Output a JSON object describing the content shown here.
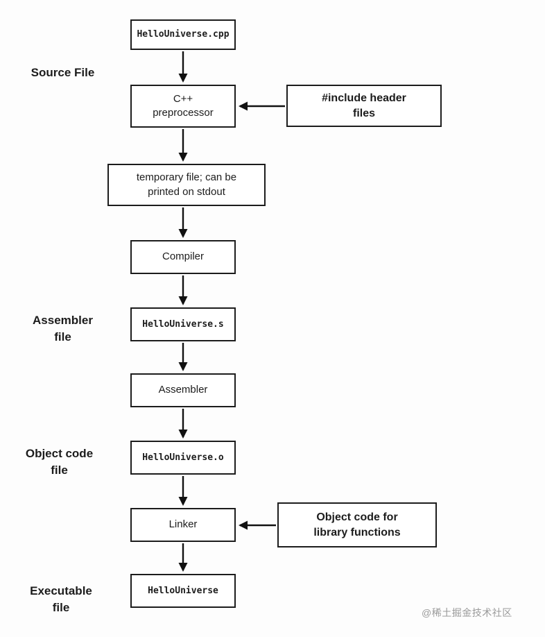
{
  "nodes": {
    "source_file": "HelloUniverse.cpp",
    "preprocessor": "C++\npreprocessor",
    "temp_file": "temporary file; can be\nprinted on stdout",
    "compiler": "Compiler",
    "assembler_file": "HelloUniverse.s",
    "assembler": "Assembler",
    "object_file": "HelloUniverse.o",
    "linker": "Linker",
    "executable": "HelloUniverse"
  },
  "inputs": {
    "header_files": "#include header\nfiles",
    "library_objects": "Object code for\nlibrary functions"
  },
  "side_labels": {
    "source": "Source File",
    "assembler": "Assembler\nfile",
    "object": "Object code\nfile",
    "executable": "Executable\nfile"
  },
  "watermark": "@稀土掘金技术社区",
  "colors": {
    "background": "#fdfdfd",
    "box_border": "#1c1c1c",
    "arrow": "#111111",
    "text": "#1c1c1c",
    "watermark": "#9a9a9a"
  }
}
